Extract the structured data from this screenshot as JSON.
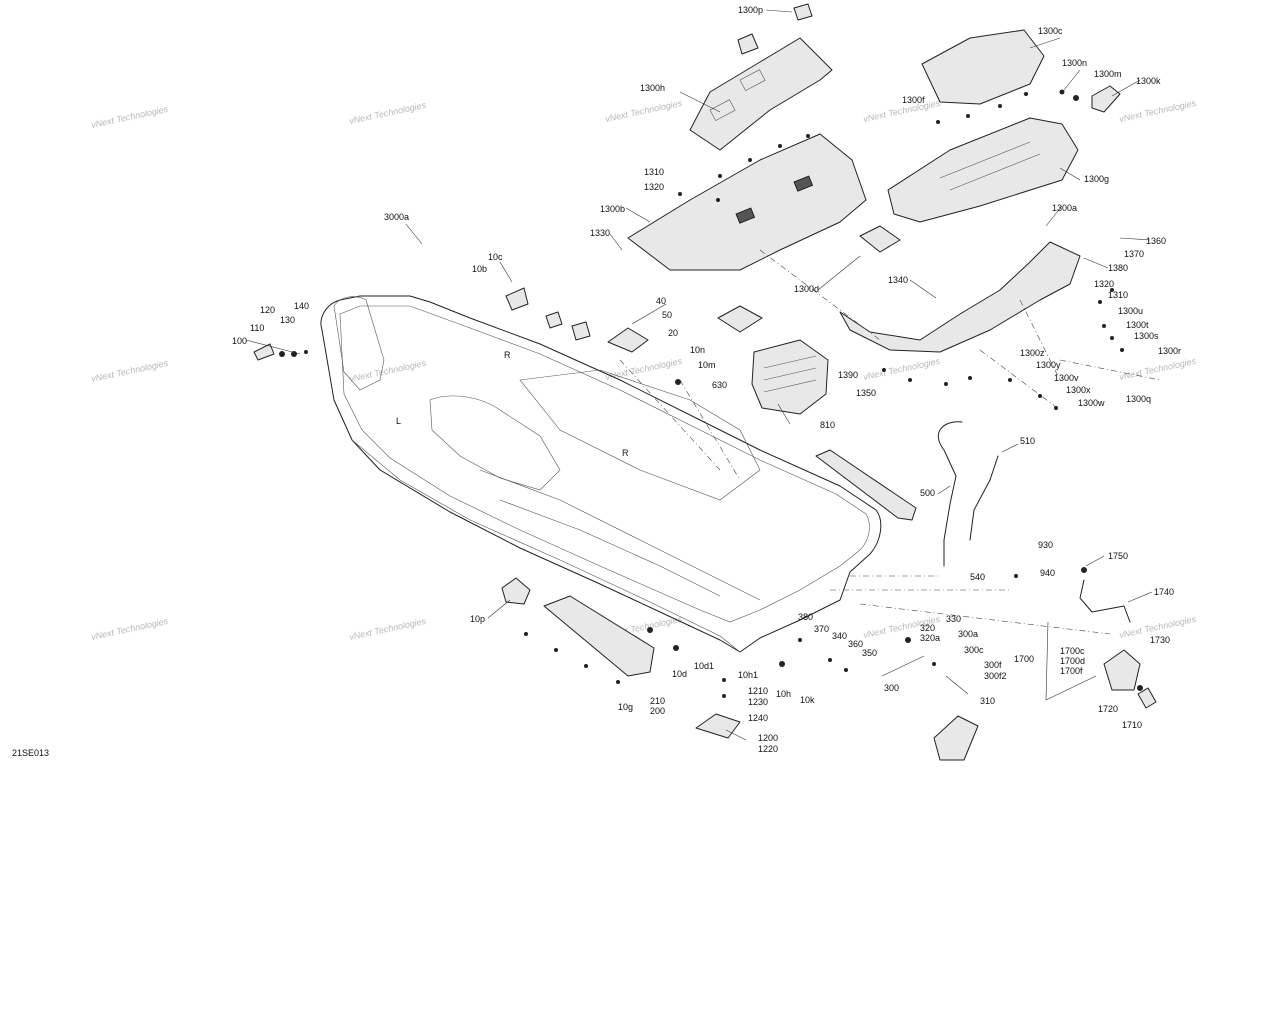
{
  "diagram": {
    "code": "21SE013",
    "watermark_text": "vNext Technologies",
    "colors": {
      "line": "#222222",
      "watermark": "#b8b8b8",
      "background": "#ffffff"
    },
    "labels": [
      {
        "id": "1300p",
        "text": "1300p"
      },
      {
        "id": "1300c",
        "text": "1300c"
      },
      {
        "id": "1300n",
        "text": "1300n"
      },
      {
        "id": "1300m",
        "text": "1300m"
      },
      {
        "id": "1300k",
        "text": "1300k"
      },
      {
        "id": "1300h",
        "text": "1300h"
      },
      {
        "id": "1300f",
        "text": "1300f"
      },
      {
        "id": "1300g",
        "text": "1300g"
      },
      {
        "id": "1310a",
        "text": "1310"
      },
      {
        "id": "1320a",
        "text": "1320"
      },
      {
        "id": "1300b",
        "text": "1300b"
      },
      {
        "id": "1330",
        "text": "1330"
      },
      {
        "id": "3000a",
        "text": "3000a"
      },
      {
        "id": "1300a",
        "text": "1300a"
      },
      {
        "id": "1360",
        "text": "1360"
      },
      {
        "id": "1370",
        "text": "1370"
      },
      {
        "id": "1380",
        "text": "1380"
      },
      {
        "id": "1340",
        "text": "1340"
      },
      {
        "id": "1320b",
        "text": "1320"
      },
      {
        "id": "1310b",
        "text": "1310"
      },
      {
        "id": "1300u",
        "text": "1300u"
      },
      {
        "id": "1300t",
        "text": "1300t"
      },
      {
        "id": "1300s",
        "text": "1300s"
      },
      {
        "id": "1300r",
        "text": "1300r"
      },
      {
        "id": "1300z",
        "text": "1300z"
      },
      {
        "id": "1300y",
        "text": "1300y"
      },
      {
        "id": "1300v",
        "text": "1300v"
      },
      {
        "id": "1300x",
        "text": "1300x"
      },
      {
        "id": "1300w",
        "text": "1300w"
      },
      {
        "id": "1300q",
        "text": "1300q"
      },
      {
        "id": "1390",
        "text": "1390"
      },
      {
        "id": "1350",
        "text": "1350"
      },
      {
        "id": "1300d",
        "text": "1300d"
      },
      {
        "id": "810",
        "text": "810"
      },
      {
        "id": "10c",
        "text": "10c"
      },
      {
        "id": "10b",
        "text": "10b"
      },
      {
        "id": "40",
        "text": "40"
      },
      {
        "id": "50",
        "text": "50"
      },
      {
        "id": "20",
        "text": "20"
      },
      {
        "id": "120",
        "text": "120"
      },
      {
        "id": "140",
        "text": "140"
      },
      {
        "id": "110",
        "text": "110"
      },
      {
        "id": "130",
        "text": "130"
      },
      {
        "id": "100",
        "text": "100"
      },
      {
        "id": "10n",
        "text": "10n"
      },
      {
        "id": "10m",
        "text": "10m"
      },
      {
        "id": "630",
        "text": "630"
      },
      {
        "id": "510",
        "text": "510"
      },
      {
        "id": "500",
        "text": "500"
      },
      {
        "id": "930",
        "text": "930"
      },
      {
        "id": "540",
        "text": "540"
      },
      {
        "id": "940",
        "text": "940"
      },
      {
        "id": "1750",
        "text": "1750"
      },
      {
        "id": "1740",
        "text": "1740"
      },
      {
        "id": "1700",
        "text": "1700"
      },
      {
        "id": "1700c",
        "text": "1700c"
      },
      {
        "id": "1700d",
        "text": "1700d"
      },
      {
        "id": "1700f",
        "text": "1700f"
      },
      {
        "id": "1730",
        "text": "1730"
      },
      {
        "id": "1720",
        "text": "1720"
      },
      {
        "id": "1710",
        "text": "1710"
      },
      {
        "id": "10p",
        "text": "10p"
      },
      {
        "id": "10g",
        "text": "10g"
      },
      {
        "id": "210",
        "text": "210"
      },
      {
        "id": "200",
        "text": "200"
      },
      {
        "id": "10d",
        "text": "10d"
      },
      {
        "id": "10d1",
        "text": "10d1"
      },
      {
        "id": "10h1",
        "text": "10h1"
      },
      {
        "id": "10h",
        "text": "10h"
      },
      {
        "id": "10k",
        "text": "10k"
      },
      {
        "id": "1210",
        "text": "1210"
      },
      {
        "id": "1230",
        "text": "1230"
      },
      {
        "id": "1240",
        "text": "1240"
      },
      {
        "id": "1200",
        "text": "1200"
      },
      {
        "id": "1220",
        "text": "1220"
      },
      {
        "id": "380",
        "text": "380"
      },
      {
        "id": "370",
        "text": "370"
      },
      {
        "id": "340",
        "text": "340"
      },
      {
        "id": "360",
        "text": "360"
      },
      {
        "id": "350",
        "text": "350"
      },
      {
        "id": "320",
        "text": "320"
      },
      {
        "id": "320a",
        "text": "320a"
      },
      {
        "id": "330",
        "text": "330"
      },
      {
        "id": "300a",
        "text": "300a"
      },
      {
        "id": "300c",
        "text": "300c"
      },
      {
        "id": "300f",
        "text": "300f"
      },
      {
        "id": "300f2",
        "text": "300f2"
      },
      {
        "id": "300",
        "text": "300"
      },
      {
        "id": "310",
        "text": "310"
      }
    ]
  }
}
